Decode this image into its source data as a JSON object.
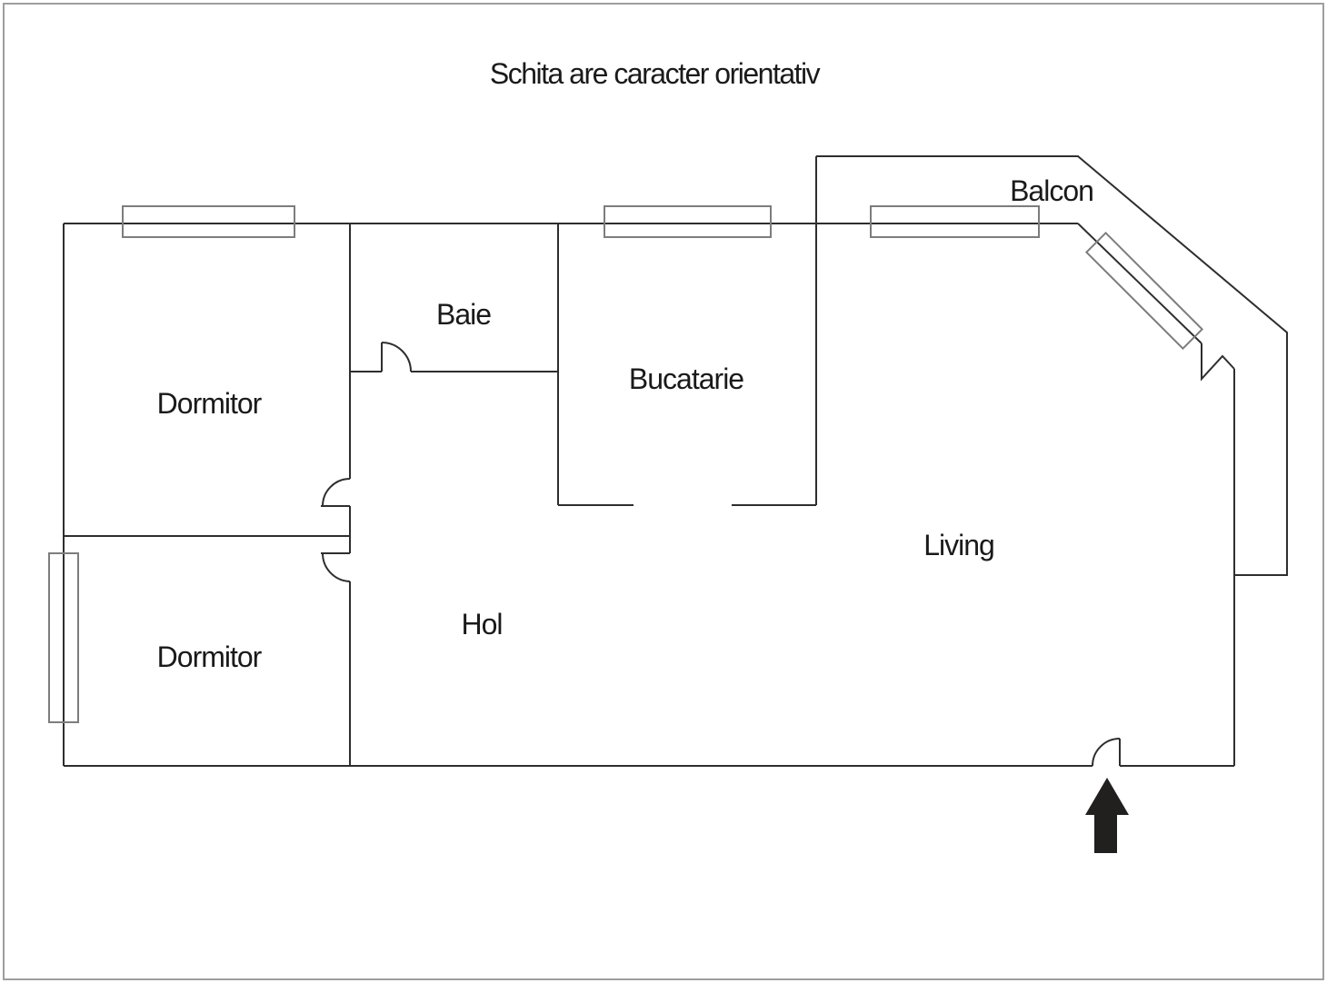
{
  "title": "Schita are caracter orientativ",
  "rooms": {
    "dormitor_top": {
      "label": "Dormitor"
    },
    "dormitor_bottom": {
      "label": "Dormitor"
    },
    "baie": {
      "label": "Baie"
    },
    "bucatarie": {
      "label": "Bucatarie"
    },
    "hol": {
      "label": "Hol"
    },
    "living": {
      "label": "Living"
    },
    "balcon": {
      "label": "Balcon"
    }
  },
  "colors": {
    "background": "#ffffff",
    "wall": "#2e2e2e",
    "window": "#7d7d7d",
    "border": "#9e9e9e",
    "text": "#1a1a1a",
    "arrow": "#221f1f"
  }
}
